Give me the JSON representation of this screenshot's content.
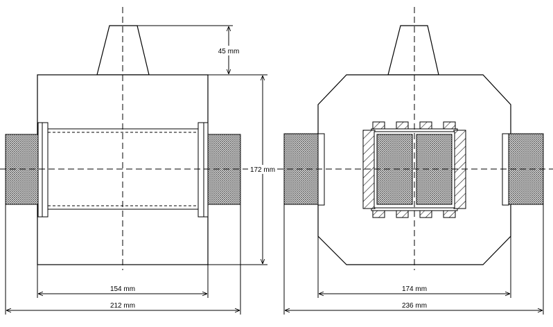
{
  "front_view": {
    "dim_top": "45 mm",
    "dim_height": "172 mm",
    "dim_inner_width": "154 mm",
    "dim_outer_width": "212 mm"
  },
  "side_view": {
    "dim_inner_width": "174 mm",
    "dim_outer_width": "236 mm"
  },
  "colors": {
    "line": "#000000",
    "background": "#ffffff",
    "coil_fill": "#b8b8b8"
  }
}
